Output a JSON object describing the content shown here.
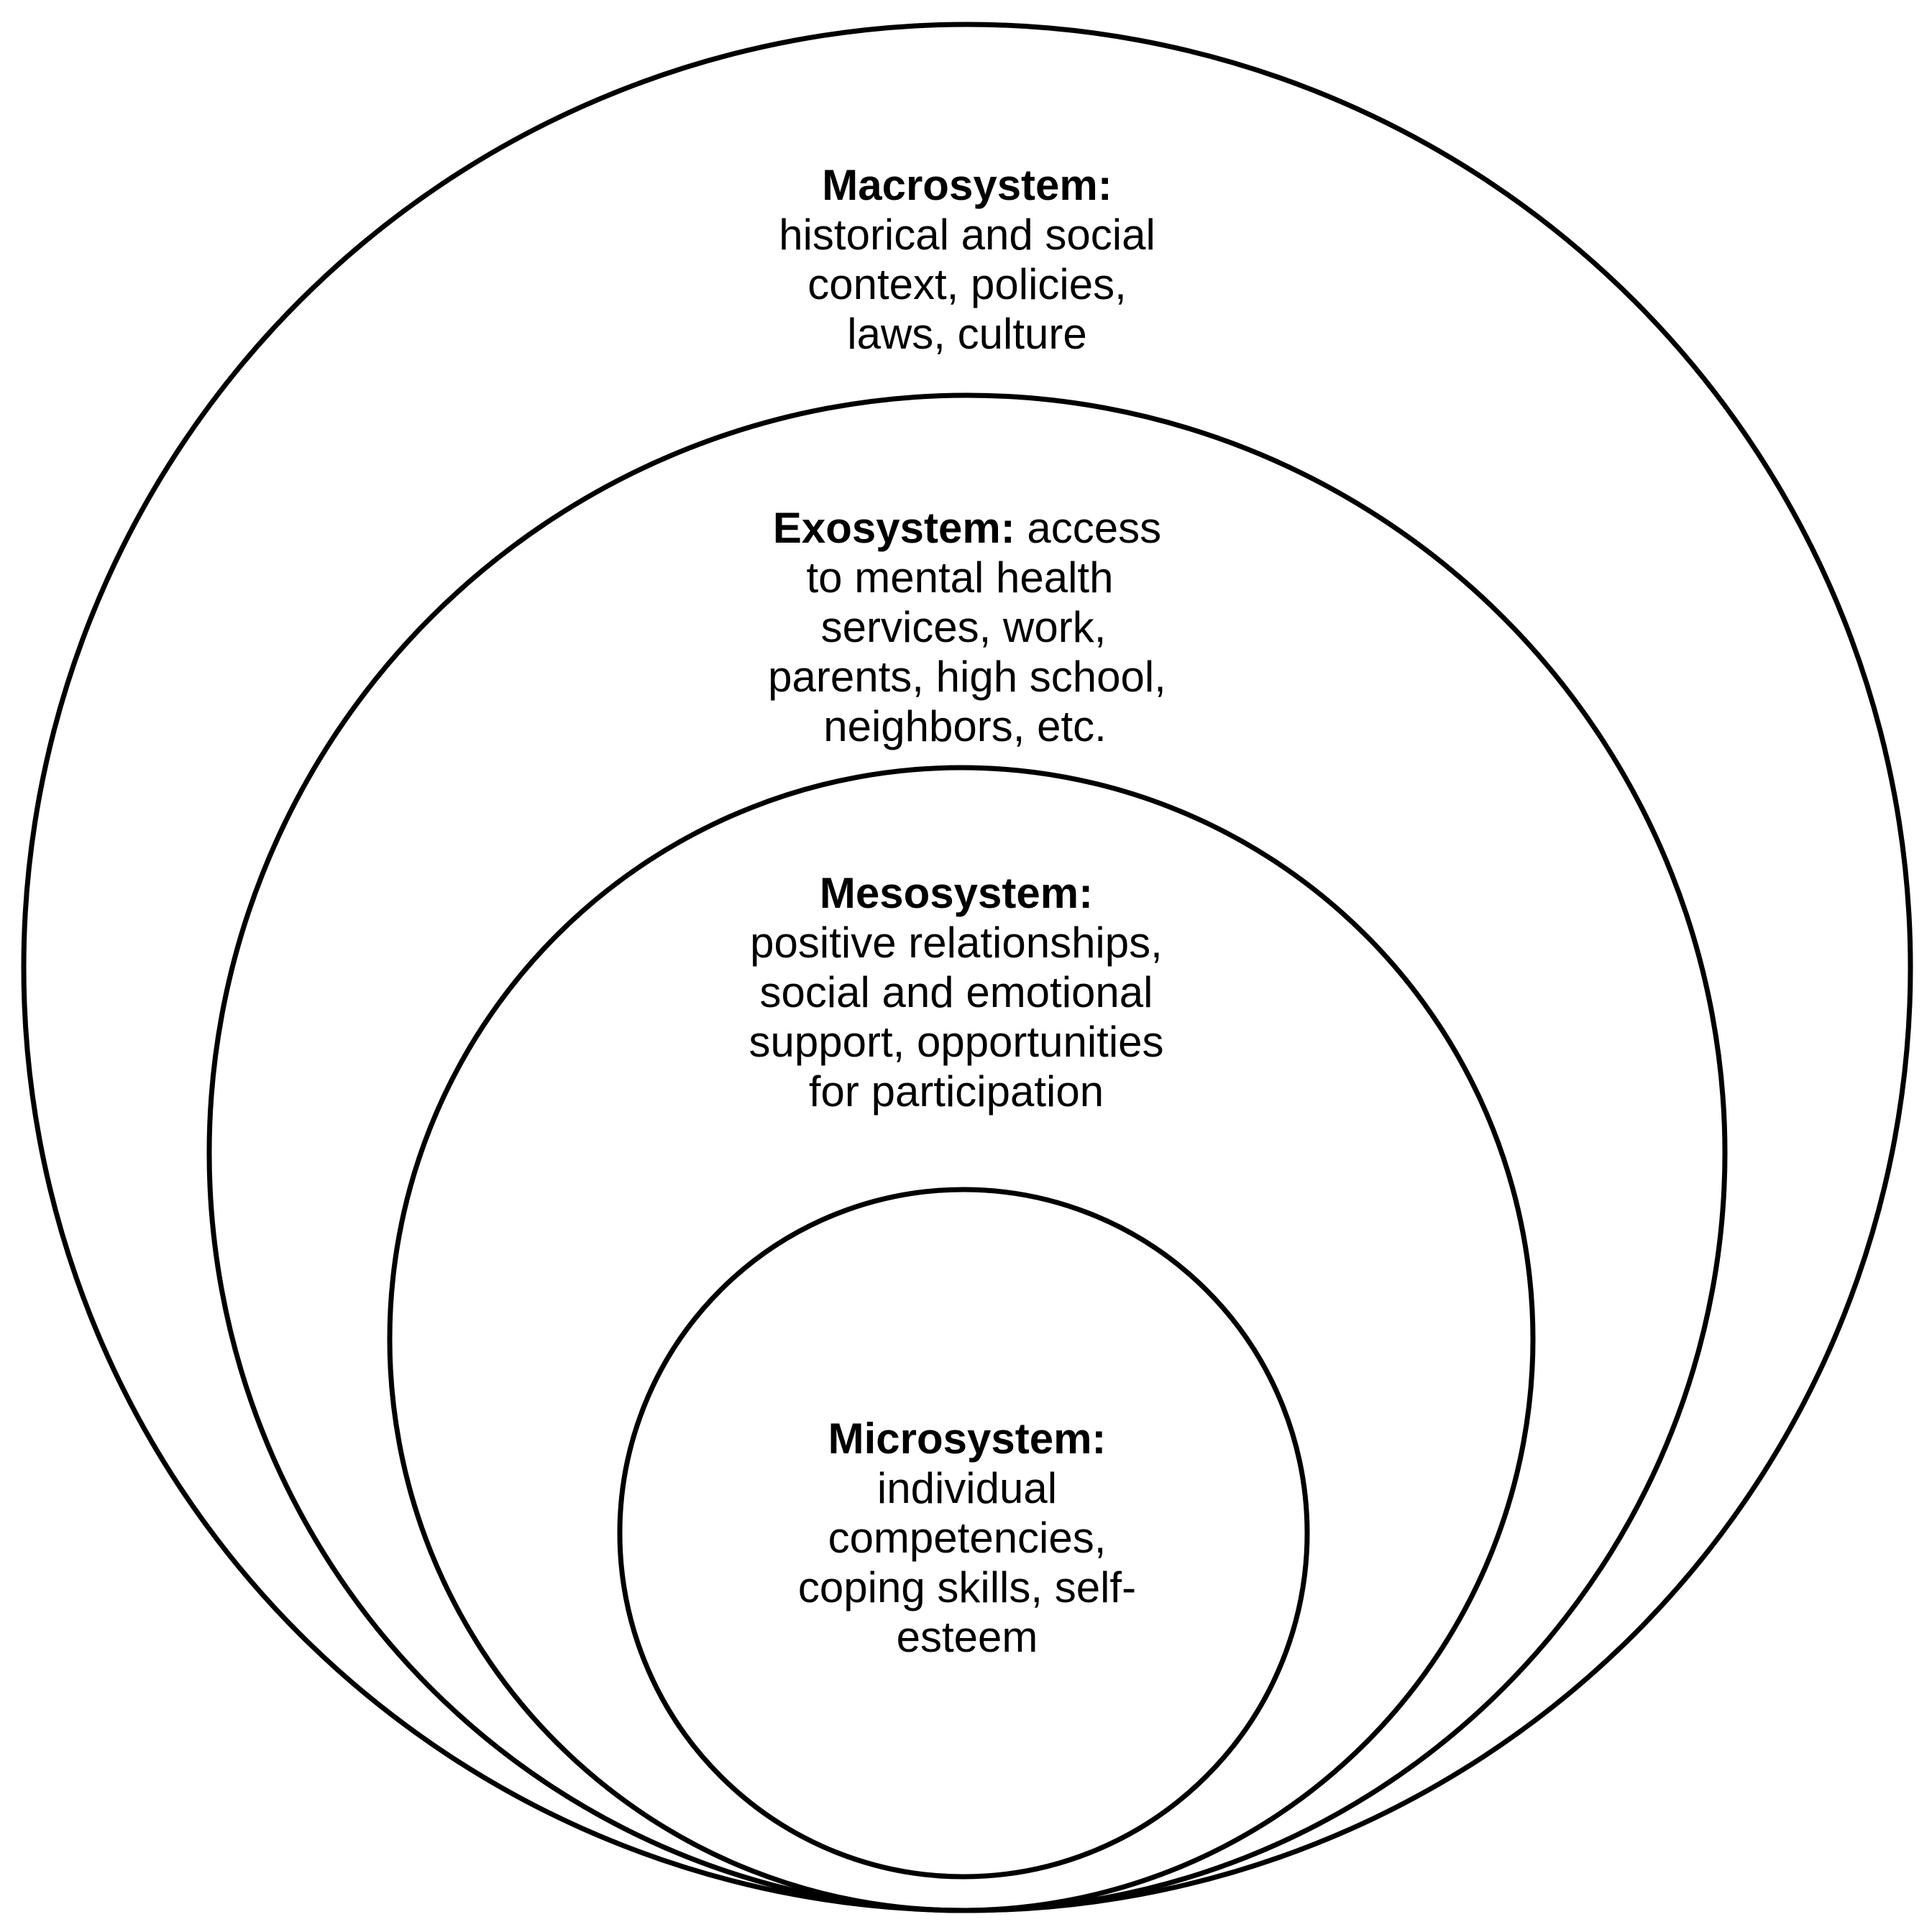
{
  "layers": {
    "macrosystem": {
      "heading": "Macrosystem:",
      "lines": [
        "historical and social",
        "context, policies,",
        "laws, culture"
      ]
    },
    "exosystem": {
      "heading": "Exosystem:",
      "heading_rest": " access",
      "lines": [
        "to mental health",
        "services, work,",
        "parents, high school,",
        "neighbors, etc."
      ]
    },
    "mesosystem": {
      "heading": "Mesosystem:",
      "lines": [
        "positive relationships,",
        "social and emotional",
        "support, opportunities",
        "for participation"
      ]
    },
    "microsystem": {
      "heading": "Microsystem:",
      "lines": [
        "individual",
        "competencies,",
        "coping skills, self-",
        "esteem"
      ]
    }
  },
  "colors": {
    "stroke": "#000000",
    "background": "#ffffff"
  }
}
